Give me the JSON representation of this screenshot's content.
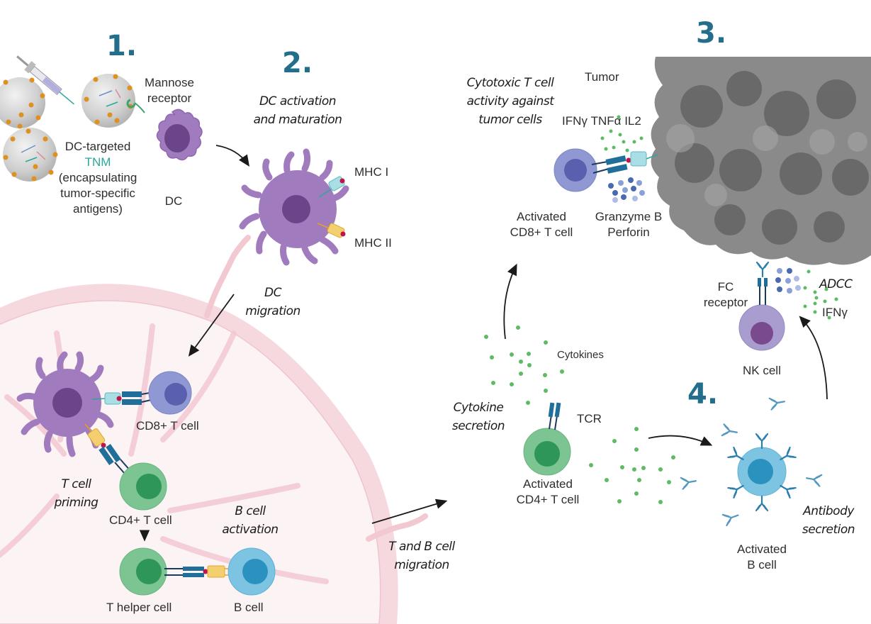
{
  "colors": {
    "step_number": "#236e8a",
    "dc_purple": "#a07bbd",
    "dc_nucleus": "#6b4589",
    "cd8_blue": "#8f98d3",
    "cd8_nucleus": "#5a5fae",
    "cd4_green": "#7cc492",
    "cd4_nucleus": "#2e9656",
    "b_cell_blue": "#7cc4e2",
    "b_cell_nucleus": "#2b92c0",
    "nk_purple": "#a99ccf",
    "nk_nucleus": "#7a4a8f",
    "lymph_node_pink": "#f5d5dc",
    "tumor_gray": "#7a7a7a",
    "cytokine_green": "#5dbb63",
    "tnm_label": "#2aa89a"
  },
  "steps": [
    {
      "number": "1."
    },
    {
      "number": "2."
    },
    {
      "number": "3."
    },
    {
      "number": "4."
    }
  ],
  "labels": {
    "mannose_receptor": [
      "Mannose",
      "receptor"
    ],
    "dc_targeted": "DC-targeted",
    "tnm": "TNM",
    "encapsulating": [
      "(encapsulating",
      "tumor-specific",
      "antigens)"
    ],
    "dc": "DC",
    "mhc_i": "MHC I",
    "mhc_ii": "MHC II",
    "cd8_t_cell": "CD8+ T cell",
    "cd4_t_cell": "CD4+ T cell",
    "t_helper_cell": "T helper cell",
    "b_cell": "B cell",
    "tumor": "Tumor",
    "ifn_tnf_il2": "IFNγ TNFα IL2",
    "activated_cd8": [
      "Activated",
      "CD8+ T cell"
    ],
    "granzyme": [
      "Granzyme B",
      "Perforin"
    ],
    "fc_receptor": [
      "FC",
      "receptor"
    ],
    "adcc": "ADCC",
    "ifng": "IFNγ",
    "nk_cell": "NK cell",
    "cytokines": "Cytokines",
    "tcr": "TCR",
    "activated_cd4": [
      "Activated",
      "CD4+ T cell"
    ],
    "activated_b": [
      "Activated",
      "B cell"
    ]
  },
  "processes": {
    "dc_activation": [
      "DC activation",
      "and maturation"
    ],
    "dc_migration": [
      "DC",
      "migration"
    ],
    "t_cell_priming": [
      "T cell",
      "priming"
    ],
    "b_cell_activation": [
      "B cell",
      "activation"
    ],
    "t_b_migration": [
      "T and B cell",
      "migration"
    ],
    "cytotoxic": [
      "Cytotoxic T cell",
      "activity against",
      "tumor cells"
    ],
    "cytokine_secretion": [
      "Cytokine",
      "secretion"
    ],
    "antibody_secretion": [
      "Antibody",
      "secretion"
    ]
  }
}
